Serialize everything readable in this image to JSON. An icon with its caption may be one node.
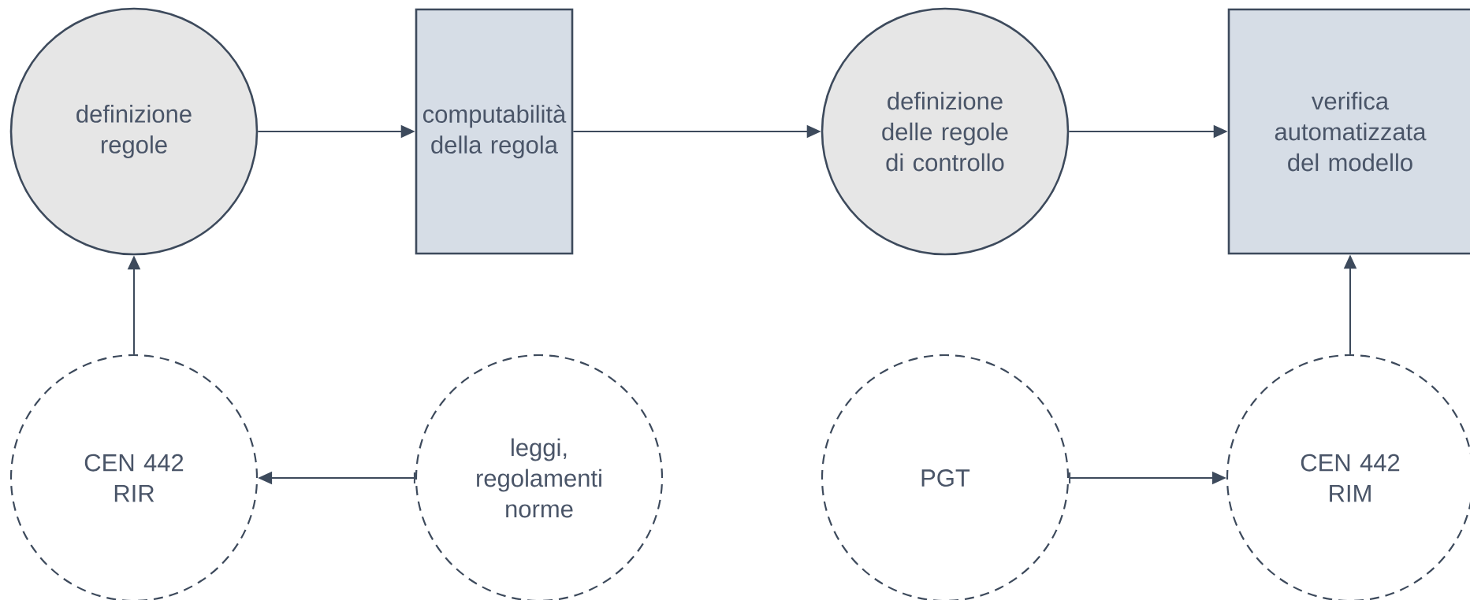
{
  "diagram": {
    "nodes": [
      {
        "text": [
          "definizione regole"
        ]
      },
      {
        "text": [
          "computabilità della regola"
        ]
      },
      {
        "text": [
          "definizione delle regole di controllo"
        ]
      },
      {
        "text": [
          "verifica automatizzata del modello"
        ]
      },
      {
        "text": [
          "CEN 442 RIR"
        ]
      },
      {
        "text": [
          "leggi, regolamenti norme"
        ]
      },
      {
        "text": [
          "PGT"
        ]
      },
      {
        "text": [
          "CEN 442 RIM"
        ]
      }
    ],
    "edges": [
      {
        "from": 0,
        "to": 1,
        "arrow": "to"
      },
      {
        "from": 1,
        "to": 2,
        "arrow": "to"
      },
      {
        "from": 2,
        "to": 3,
        "arrow": "to"
      },
      {
        "from": 4,
        "to": 0,
        "arrow": "to"
      },
      {
        "from": 5,
        "to": 4,
        "arrow": "to"
      },
      {
        "from": 6,
        "to": 7,
        "arrow": "to"
      },
      {
        "from": 7,
        "to": 3,
        "arrow": "to"
      }
    ]
  }
}
